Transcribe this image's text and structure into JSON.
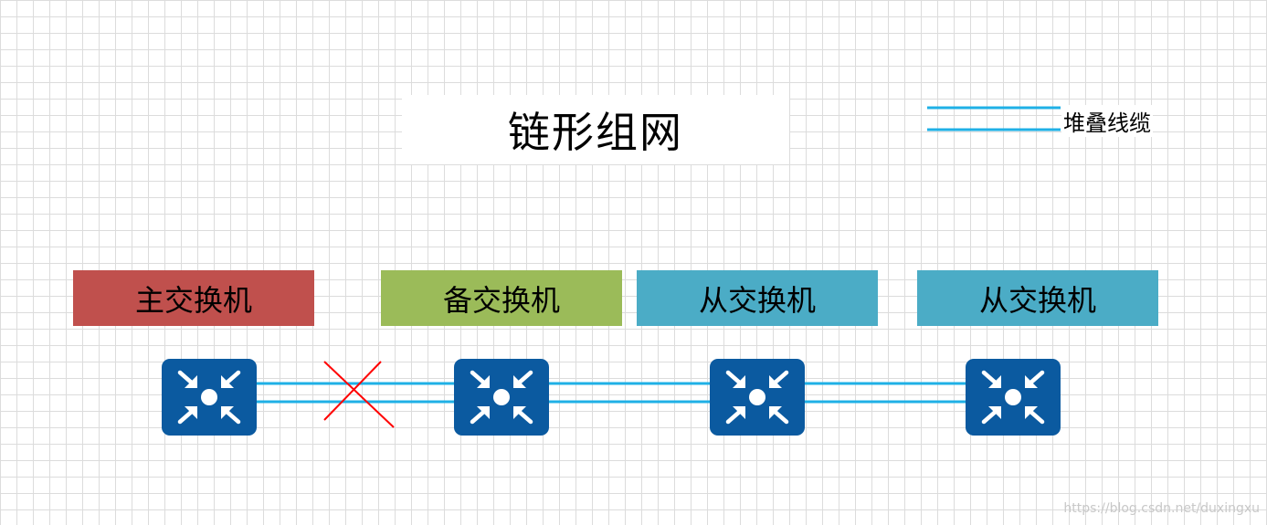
{
  "title": "链形组网",
  "legend": {
    "label": "堆叠线缆",
    "color": "#1fb0e6"
  },
  "switches": [
    {
      "role": "主交换机",
      "color": "#c0504d"
    },
    {
      "role": "备交换机",
      "color": "#9bbb59"
    },
    {
      "role": "从交换机",
      "color": "#4bacc6"
    },
    {
      "role": "从交换机",
      "color": "#4bacc6"
    }
  ],
  "icon_name": "switch-icon",
  "icon_color": "#0b5aa0",
  "broken_link_color": "#ff0000",
  "watermark": "https://blog.csdn.net/duxingxu"
}
